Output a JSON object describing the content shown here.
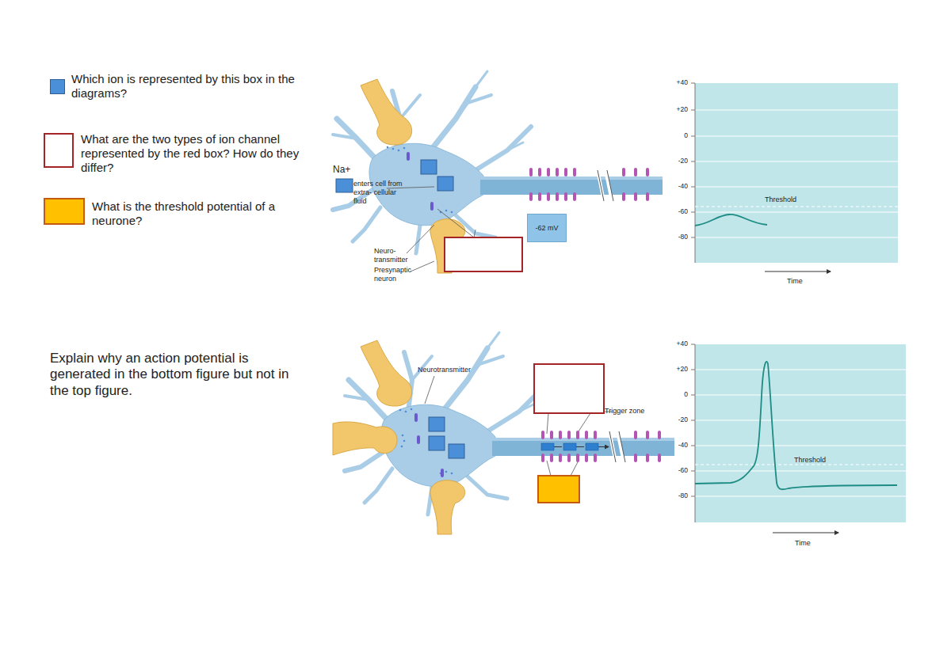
{
  "diagram": {
    "nodes": [
      {
        "text": [
          "-62 mV"
        ]
      }
    ],
    "labels": [
      "Explain why an action potential is generated in the bottom figure but not in the top figure.",
      "Na+",
      "enters cell from extra- cellular fluid",
      "Neuro- transmitter",
      "Presynaptic neuron",
      "Neurotransmitter",
      "Trigger zone",
      "+40",
      "+20",
      "0",
      "-20",
      "-40",
      "-60",
      "-80",
      "Threshold",
      "Time",
      "+40",
      "+20",
      "0",
      "-20",
      "-40",
      "-60",
      "-80",
      "Threshold",
      "Time"
    ],
    "legend": [
      {
        "text": "Which ion is represented by this box in the diagrams?",
        "color": "#4a8fd8"
      },
      {
        "text": "What are the two types of ion channel represented by the red box? How do they differ?"
      },
      {
        "text": "What is the threshold potential of a neurone?",
        "color": "#ffc000"
      }
    ]
  }
}
